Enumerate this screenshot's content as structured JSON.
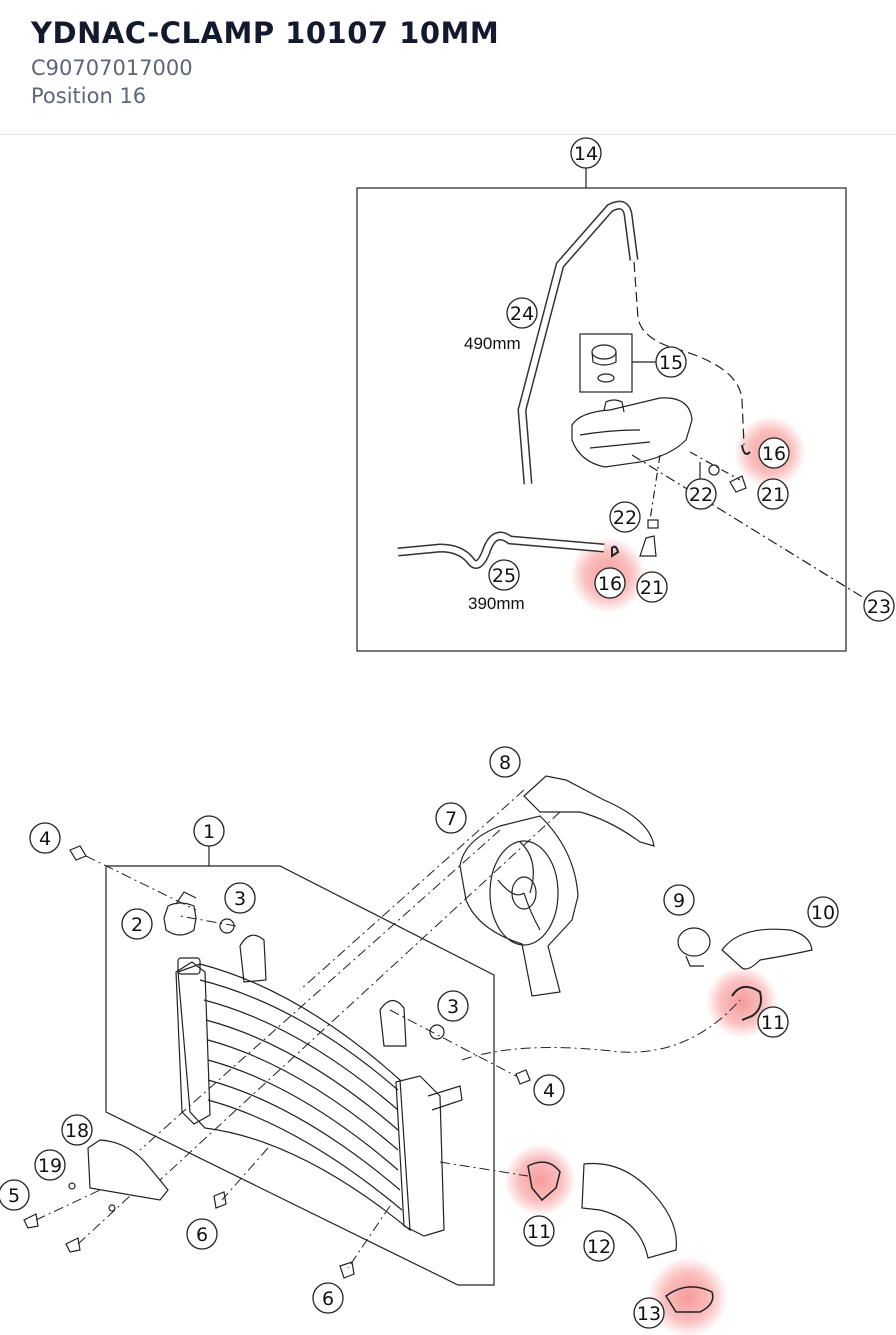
{
  "header": {
    "title": "YDNAC-CLAMP 10107 10MM",
    "part_number": "C90707017000",
    "position": "Position 16"
  },
  "colors": {
    "highlight": "#f04a4a",
    "line": "#222222",
    "title": "#141a2e",
    "subtext": "#5d6677"
  },
  "callouts": {
    "c14": "14",
    "c24": "24",
    "c15": "15",
    "c16a": "16",
    "c22a": "22",
    "c21a": "21",
    "c22b": "22",
    "c16b": "16",
    "c21b": "21",
    "c25": "25",
    "c23": "23",
    "c8": "8",
    "c7": "7",
    "c1": "1",
    "c4a": "4",
    "c2": "2",
    "c3a": "3",
    "c9": "9",
    "c10": "10",
    "c11a": "11",
    "c3b": "3",
    "c4b": "4",
    "c18": "18",
    "c19": "19",
    "c5": "5",
    "c11b": "11",
    "c12": "12",
    "c6a": "6",
    "c6b": "6",
    "c13": "13"
  },
  "measurements": {
    "hose_24": "490mm",
    "hose_25": "390mm"
  }
}
